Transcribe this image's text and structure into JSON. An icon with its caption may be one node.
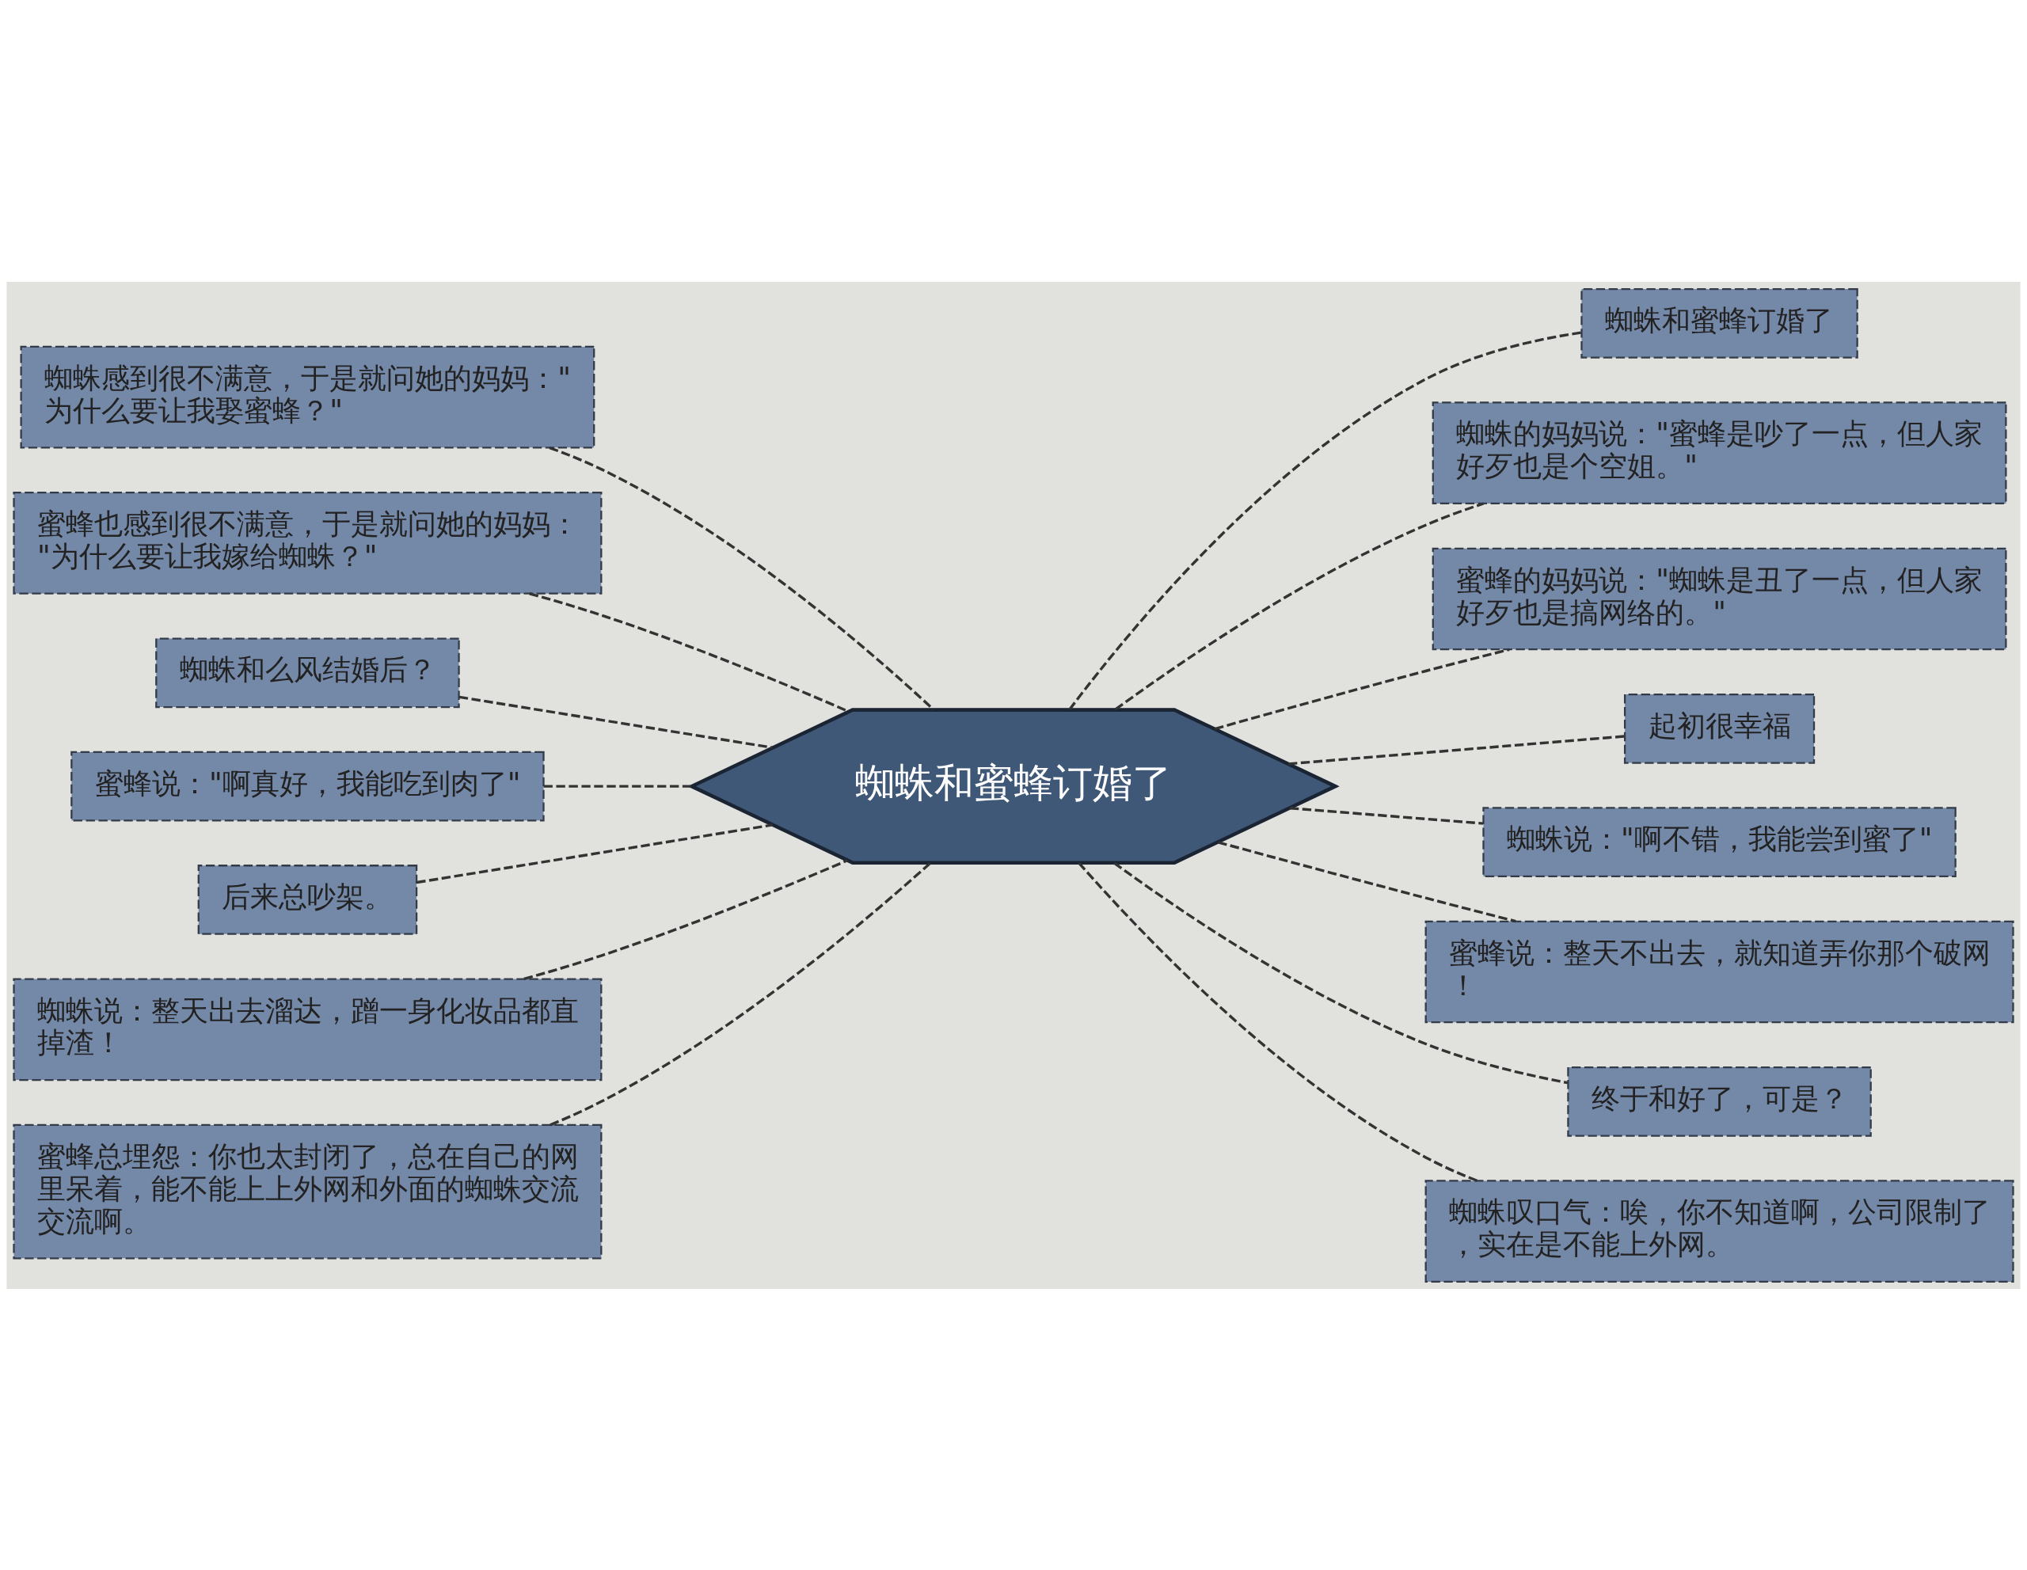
{
  "diagram": {
    "nodes": [
      {
        "text": [
          "蜘蛛和蜜蜂订婚了"
        ]
      },
      {
        "text": [
          "蜘蛛感到很不满意，于是就问她的妈妈：\"为什么要让我娶蜜蜂？\""
        ]
      },
      {
        "text": [
          "蜜蜂也感到很不满意，于是就问她的妈妈：\"为什么要让我嫁给蜘蛛？\""
        ]
      },
      {
        "text": [
          "蜘蛛和么风结婚后？"
        ]
      },
      {
        "text": [
          "蜜蜂说：\"啊真好，我能吃到肉了\""
        ]
      },
      {
        "text": [
          "后来总吵架。"
        ]
      },
      {
        "text": [
          "蜘蛛说：整天出去溜达，蹭一身化妆品都直掉渣！"
        ]
      },
      {
        "text": [
          "蜜蜂总埋怨：你也太封闭了，总在自己的网里呆着，能不能上上外网和外面的蜘蛛交流交流啊。"
        ]
      },
      {
        "text": [
          "蜘蛛和蜜蜂订婚了"
        ]
      },
      {
        "text": [
          "蜘蛛的妈妈说：\"蜜蜂是吵了一点，但人家好歹也是个空姐。\""
        ]
      },
      {
        "text": [
          "蜜蜂的妈妈说：\"蜘蛛是丑了一点，但人家好歹也是搞网络的。\""
        ]
      },
      {
        "text": [
          "起初很幸福"
        ]
      },
      {
        "text": [
          "蜘蛛说：\"啊不错，我能尝到蜜了\""
        ]
      },
      {
        "text": [
          "蜜蜂说：整天不出去，就知道弄你那个破网！"
        ]
      },
      {
        "text": [
          "终于和好了，可是？"
        ]
      },
      {
        "text": [
          "蜘蛛叹口气：唉，你不知道啊，公司限制了，实在是不能上外网。"
        ]
      }
    ],
    "edges": [
      {
        "from": 0,
        "to": 1,
        "arrow": "none",
        "style": "dashed"
      },
      {
        "from": 0,
        "to": 2,
        "arrow": "none",
        "style": "dashed"
      },
      {
        "from": 0,
        "to": 3,
        "arrow": "none",
        "style": "dashed"
      },
      {
        "from": 0,
        "to": 4,
        "arrow": "none",
        "style": "dashed"
      },
      {
        "from": 0,
        "to": 5,
        "arrow": "none",
        "style": "dashed"
      },
      {
        "from": 0,
        "to": 6,
        "arrow": "none",
        "style": "dashed"
      },
      {
        "from": 0,
        "to": 7,
        "arrow": "none",
        "style": "dashed"
      },
      {
        "from": 0,
        "to": 8,
        "arrow": "none",
        "style": "dashed"
      },
      {
        "from": 0,
        "to": 9,
        "arrow": "none",
        "style": "dashed"
      },
      {
        "from": 0,
        "to": 10,
        "arrow": "none",
        "style": "dashed"
      },
      {
        "from": 0,
        "to": 11,
        "arrow": "none",
        "style": "dashed"
      },
      {
        "from": 0,
        "to": 12,
        "arrow": "none",
        "style": "dashed"
      },
      {
        "from": 0,
        "to": 13,
        "arrow": "none",
        "style": "dashed"
      },
      {
        "from": 0,
        "to": 14,
        "arrow": "none",
        "style": "dashed"
      },
      {
        "from": 0,
        "to": 15,
        "arrow": "none",
        "style": "dashed"
      }
    ]
  }
}
